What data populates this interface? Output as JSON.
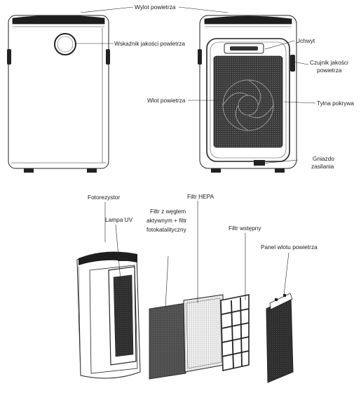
{
  "labels": {
    "air_outlet": "Wylot powietrza",
    "air_quality_indicator": "Wskaźnik jakości powietrza",
    "handle": "Uchwyt",
    "air_quality_sensor_line1": "Czujnik jakości",
    "air_quality_sensor_line2": "powietrza",
    "air_inlet": "Wlot powietrza",
    "back_cover": "Tylna pokrywa",
    "power_socket_line1": "Gniazdo",
    "power_socket_line2": "zasilania",
    "photoresistor": "Fotorezystor",
    "uv_lamp": "Lampa UV",
    "carbon_filter_line1": "Filtr z węglem",
    "carbon_filter_line2": "aktywnym + filtr",
    "carbon_filter_line3": "fotokatalityczny",
    "hepa_filter": "Filtr HEPA",
    "pre_filter": "Filtr wstępny",
    "inlet_panel": "Panel wlotu powietrza"
  }
}
